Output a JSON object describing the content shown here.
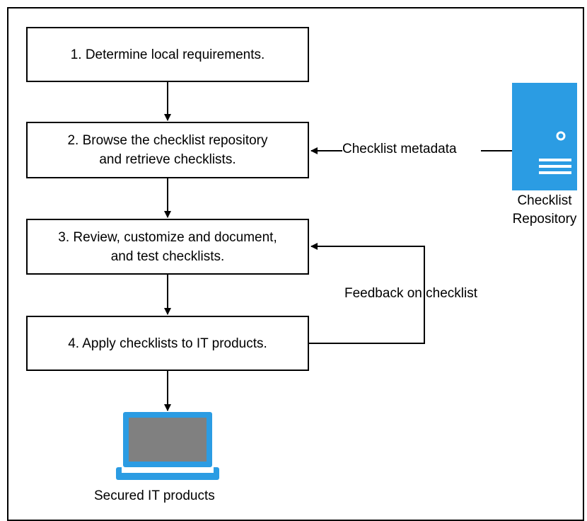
{
  "steps": [
    {
      "label": "1. Determine local requirements."
    },
    {
      "label": "2. Browse the checklist repository\nand retrieve checklists."
    },
    {
      "label": "3. Review, customize and document,\nand test checklists."
    },
    {
      "label": "4. Apply checklists to IT products."
    }
  ],
  "edges": {
    "metadata_label": "Checklist metadata",
    "feedback_label": "Feedback on checklist"
  },
  "repository": {
    "label": "Checklist\nRepository",
    "icon": "server-icon",
    "color": "#2b9ce3"
  },
  "output": {
    "label": "Secured IT products",
    "icon": "laptop-icon",
    "color": "#2b9ce3",
    "screen_color": "#808080"
  }
}
